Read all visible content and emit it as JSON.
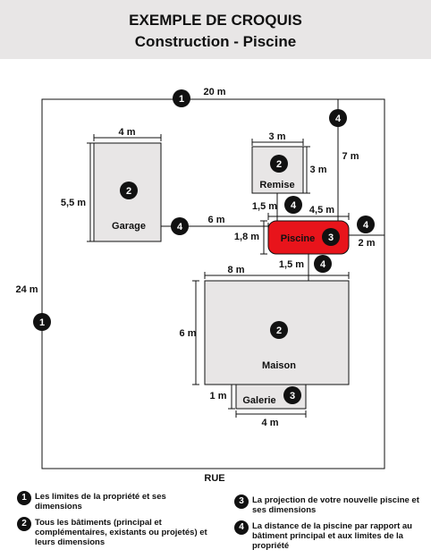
{
  "header": {
    "title": "EXEMPLE DE CROQUIS",
    "subtitle": "Construction - Piscine"
  },
  "colors": {
    "header_bg": "#e8e6e6",
    "building_fill": "#e8e6e6",
    "pool_fill": "#e8141b",
    "badge": "#111111"
  },
  "diagram": {
    "property": {
      "width": "20 m",
      "height": "24 m",
      "street": "RUE"
    },
    "garage": {
      "label": "Garage",
      "width": "4 m",
      "height": "5,5 m",
      "badge": "2"
    },
    "remise": {
      "label": "Remise",
      "width": "3 m",
      "height": "3 m",
      "badge": "2"
    },
    "maison": {
      "label": "Maison",
      "width": "8 m",
      "height": "6 m",
      "badge": "2"
    },
    "galerie": {
      "label": "Galerie",
      "width": "4 m",
      "height": "1 m",
      "badge": "3"
    },
    "piscine": {
      "label": "Piscine",
      "width": "4,5 m",
      "height": "1,8 m",
      "badge": "3"
    },
    "distances": {
      "pool_to_remise": "1,5 m",
      "pool_to_garage": "6 m",
      "pool_to_top_limit": "7 m",
      "pool_to_right_limit": "2 m",
      "pool_to_maison": "1,5 m"
    },
    "badges": {
      "b1": "1",
      "b4": "4"
    }
  },
  "legend": [
    {
      "num": "1",
      "text": "Les limites de la propriété et ses dimensions"
    },
    {
      "num": "2",
      "text": "Tous les bâtiments (principal et complémentaires, existants ou projetés) et leurs dimensions"
    },
    {
      "num": "3",
      "text": "La projection de votre nouvelle piscine et ses dimensions"
    },
    {
      "num": "4",
      "text": "La distance de la piscine par rapport au bâtiment principal et aux limites de la propriété"
    }
  ]
}
